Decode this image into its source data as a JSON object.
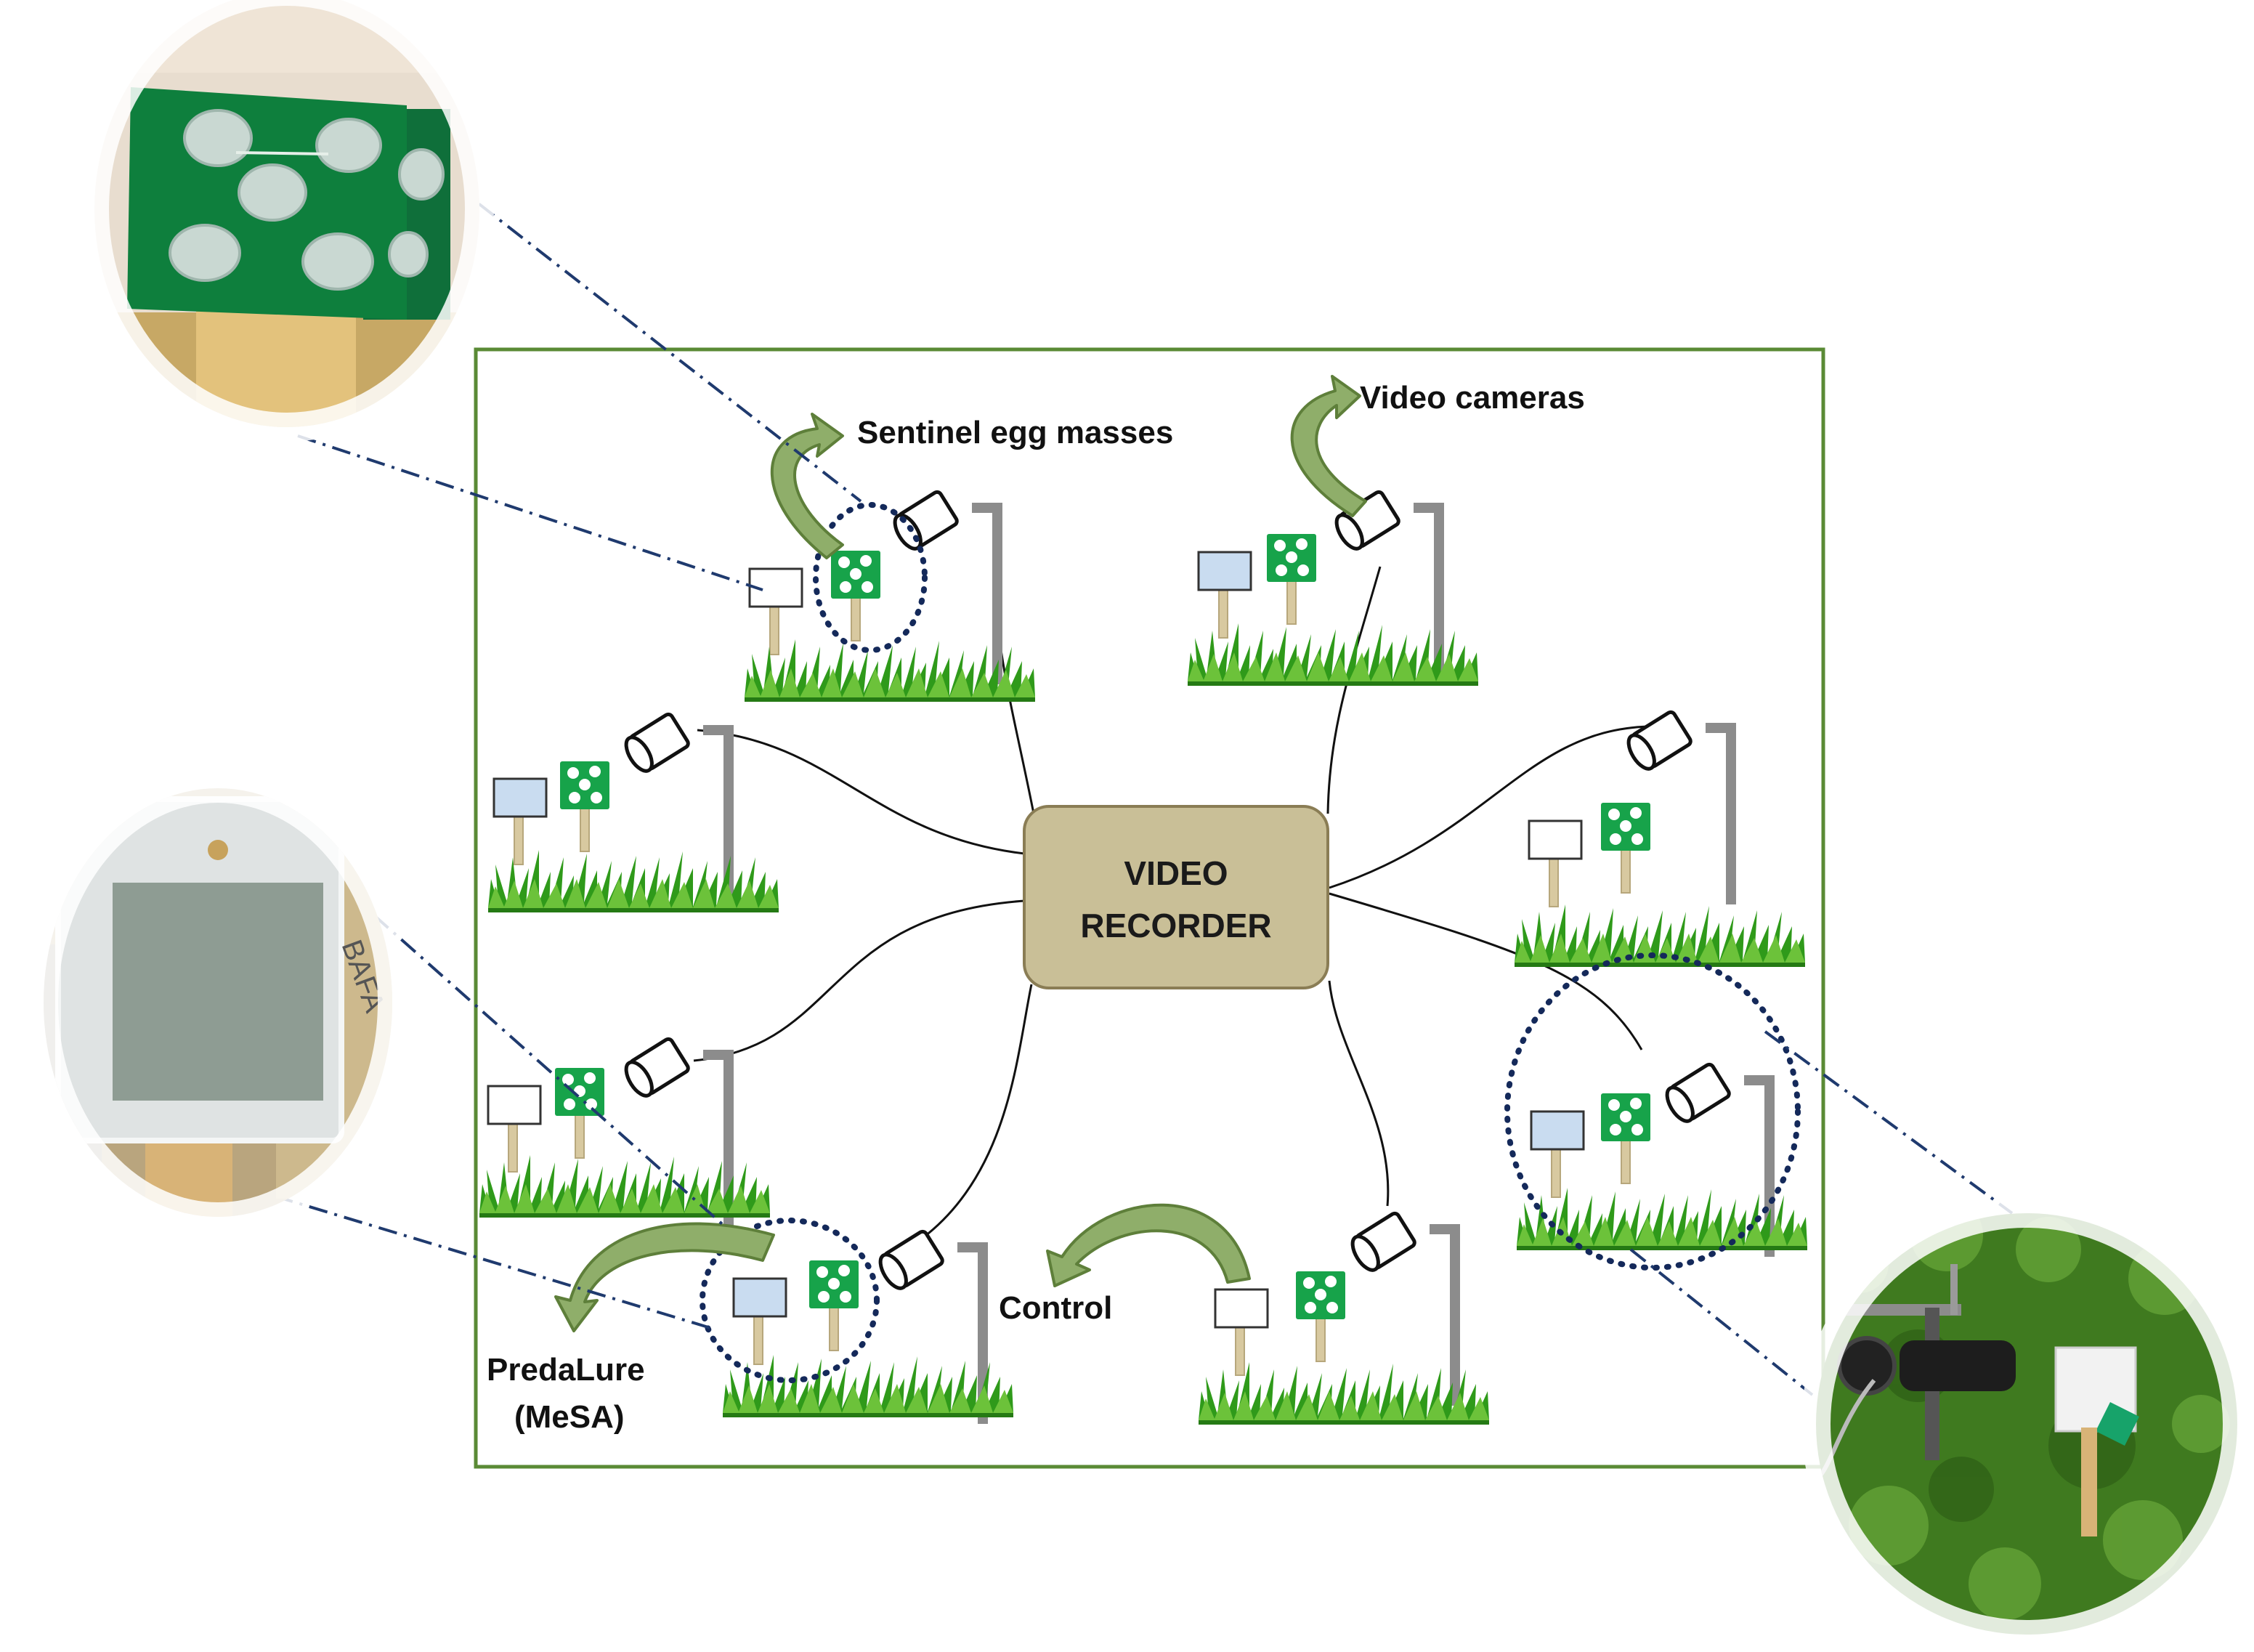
{
  "labels": {
    "sentinel": "Sentinel egg masses",
    "cameras": "Video cameras",
    "recorder_line1": "VIDEO",
    "recorder_line2": "RECORDER",
    "control": "Control",
    "predalure_line1": "PredaLure",
    "predalure_line2": "(MeSA)"
  },
  "photos": [
    {
      "name": "egg-mass-card-photo",
      "depicts": "green card with sentinel egg masses on a wooden stake"
    },
    {
      "name": "predalure-sachet-photo",
      "depicts": "PredaLure (MeSA) sachet on a wooden stake",
      "text": "BAFA"
    },
    {
      "name": "field-camera-photo",
      "depicts": "video camera on a pole in green vegetation with egg card and sign"
    }
  ],
  "colors": {
    "frame": "#5a8a35",
    "recorder_fill": "#c9bf97",
    "recorder_stroke": "#8a7d55",
    "arrow_fill": "#8fae6a",
    "arrow_stroke": "#5e7f3a",
    "leader": "#1f3a6e",
    "card_green": "#17a34a",
    "lure_blue": "#c9dcf0",
    "pole": "#8c8c8c",
    "grass": "#2f9a1a"
  }
}
